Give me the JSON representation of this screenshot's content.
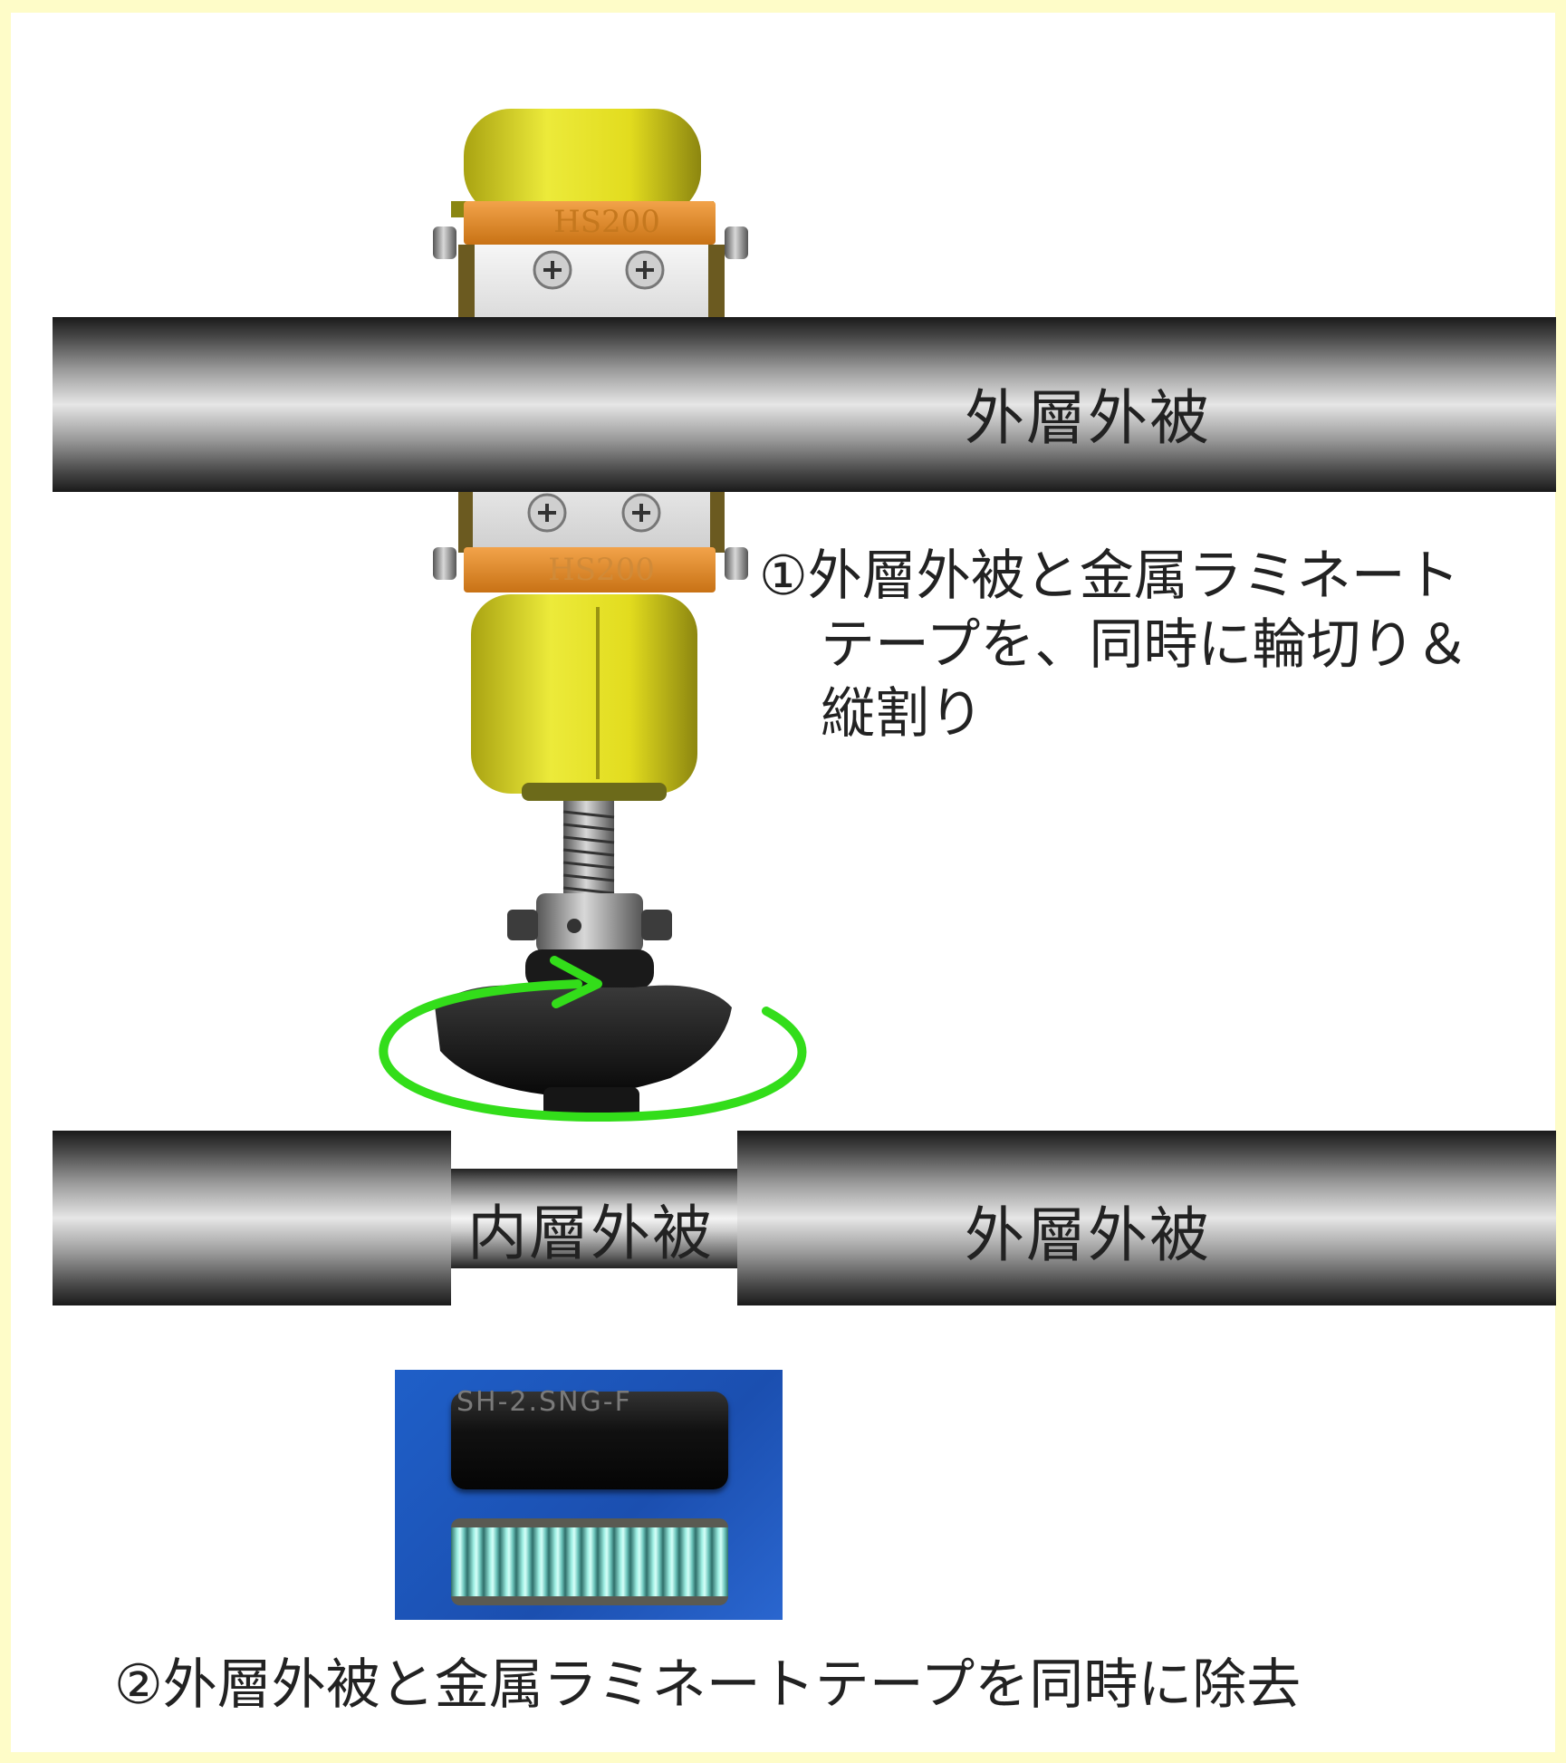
{
  "cables": {
    "top_label": "外層外被",
    "bottom_right_label": "外層外被",
    "inner_label": "内層外被"
  },
  "tool": {
    "brand_top": "HS200",
    "brand_bottom": "HS200"
  },
  "sample": {
    "sheath_text": "SH-2.SNG-F"
  },
  "steps": {
    "step1_lines": [
      "①外層外被と金属ラミネート",
      "テープを、同時に輪切り＆",
      "縦割り"
    ],
    "step2": "②外層外被と金属ラミネートテープを同時に除去"
  },
  "colors": {
    "background": "#fefcc8",
    "arrow": "#33dd1a",
    "tool_body": "#e5e322",
    "tool_band": "#e8952e",
    "sample_bg": "#1f5fc8"
  }
}
